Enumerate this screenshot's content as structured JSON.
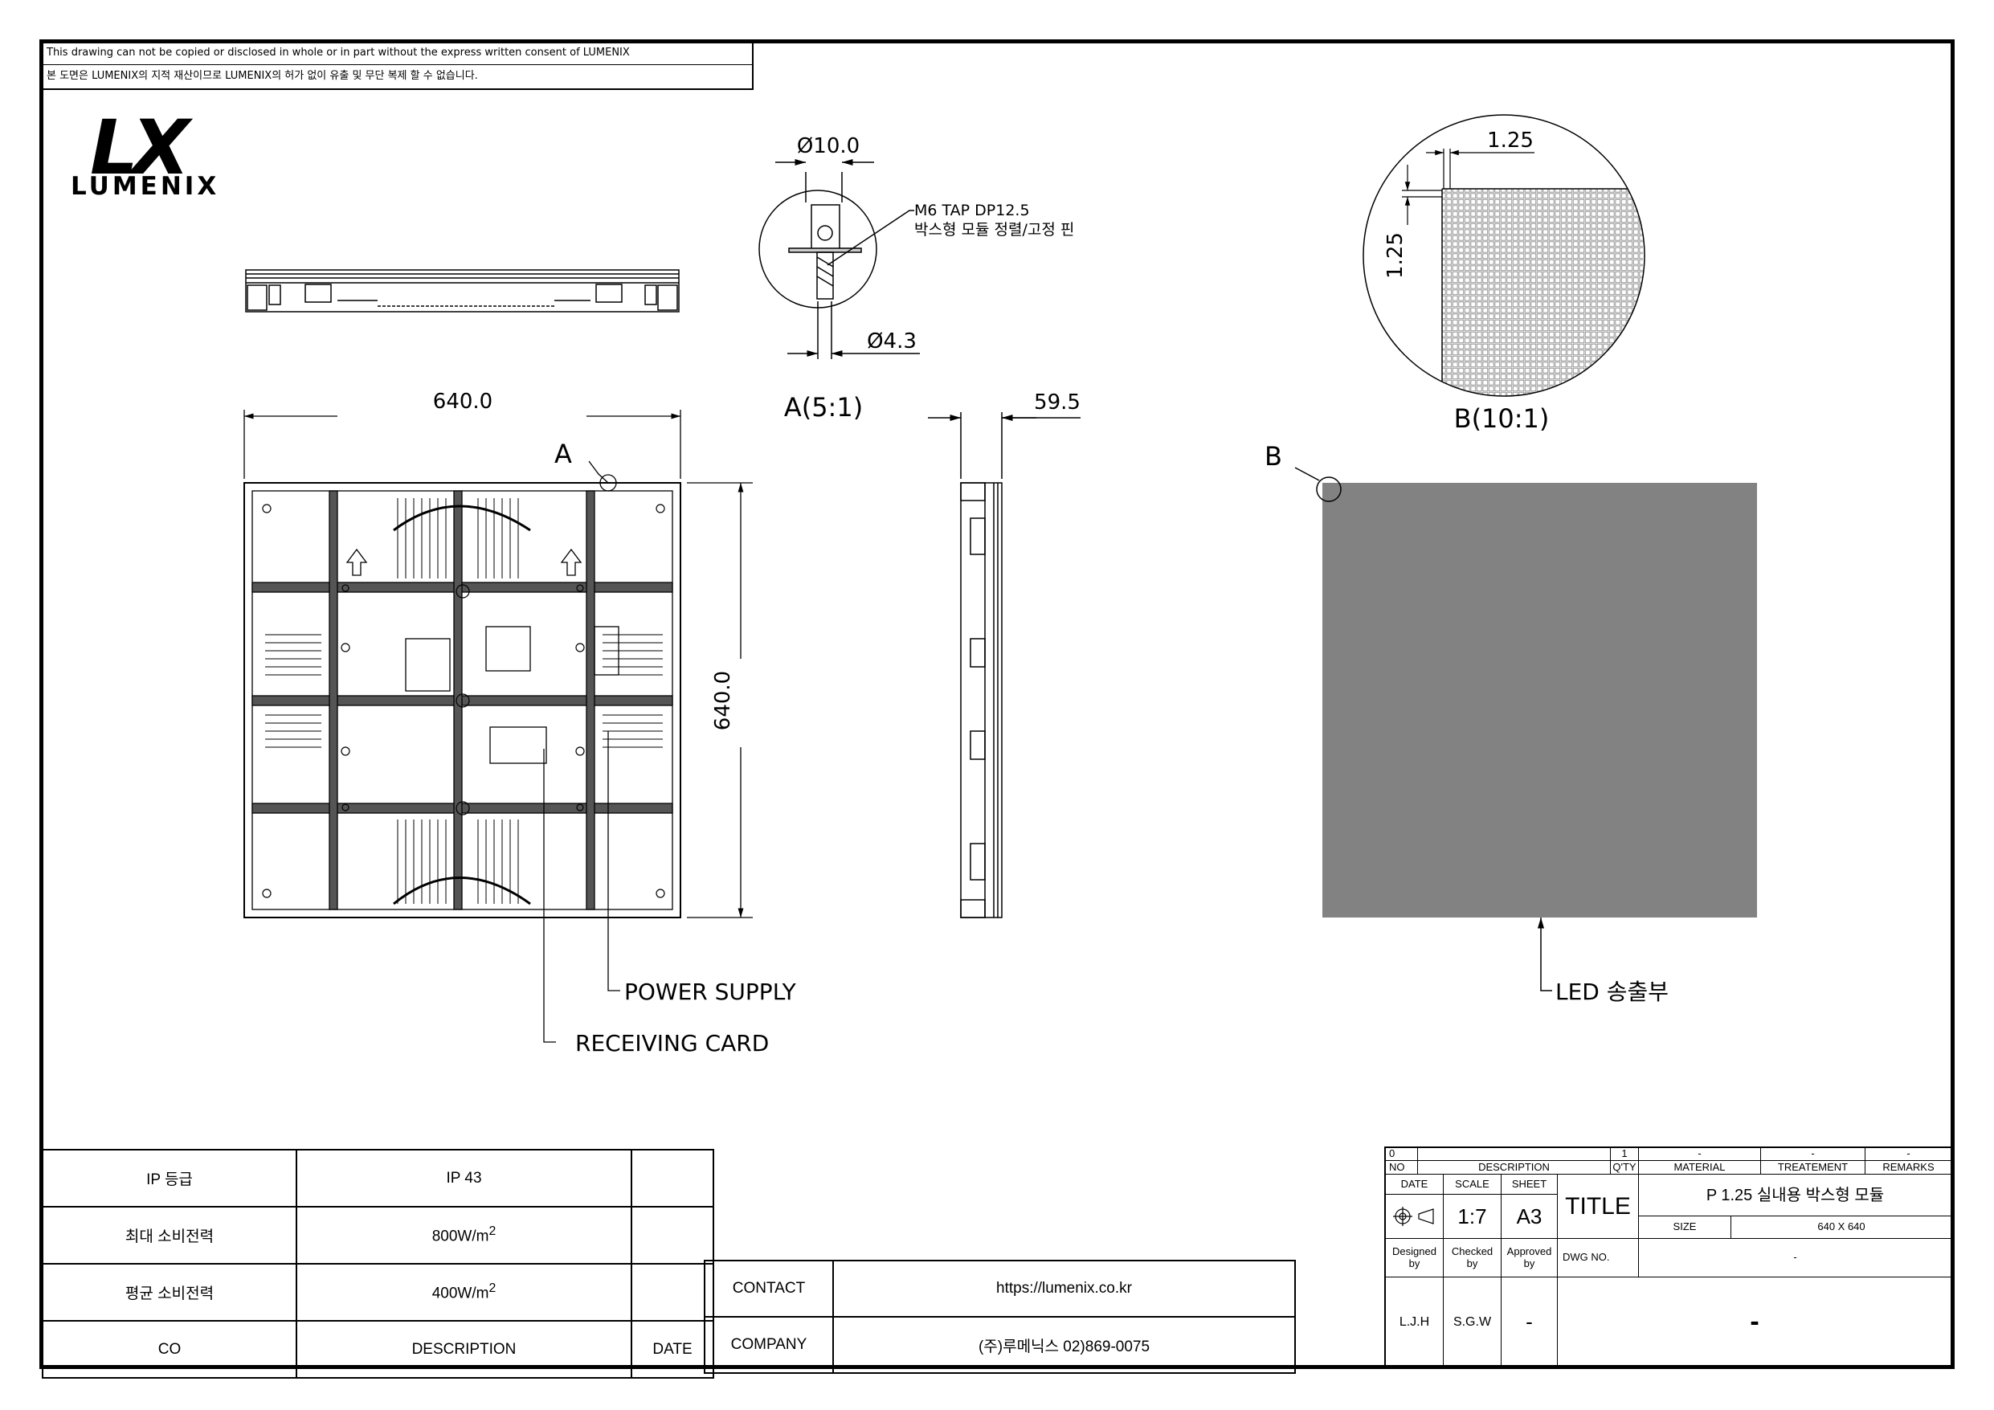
{
  "notice": {
    "line1": "This drawing can not be copied or disclosed in whole or in part without the express written consent of LUMENIX",
    "line2": "본 도면은 LUMENIX의 지적 재산이므로 LUMENIX의 허가 없이 유출 및 무단 복제 할 수 없습니다."
  },
  "logo": {
    "mark": "LX",
    "name": "LUMENIX"
  },
  "detail_a": {
    "dia_top": "Ø10.0",
    "dia_bottom": "Ø4.3",
    "note1": "M6 TAP DP12.5",
    "note2": "박스형 모듈 정렬/고정 핀",
    "label": "A(5:1)"
  },
  "detail_b": {
    "dim_h": "1.25",
    "dim_v": "1.25",
    "label": "B(10:1)"
  },
  "views": {
    "width": "640.0",
    "height": "640.0",
    "depth": "59.5",
    "ref_a": "A",
    "ref_b": "B",
    "callout_power": "POWER SUPPLY",
    "callout_receiving": "RECEIVING CARD",
    "callout_led": "LED 송출부",
    "led_color": "#828282"
  },
  "spec_table": {
    "rows": [
      {
        "label": "IP 등급",
        "value": "IP 43",
        "sup": ""
      },
      {
        "label": "최대 소비전력",
        "value": "800W/m",
        "sup": "2"
      },
      {
        "label": "평균 소비전력",
        "value": "400W/m",
        "sup": "2"
      },
      {
        "label": "CO",
        "value": "DESCRIPTION",
        "sup": "",
        "extra": "DATE"
      }
    ]
  },
  "contact": {
    "contact_label": "CONTACT",
    "contact_value": "https://lumenix.co.kr",
    "company_label": "COMPANY",
    "company_value": "(주)루메닉스 02)869-0075"
  },
  "title_block": {
    "rev_no": "0",
    "rev_qty": "1",
    "rev_dash1": "-",
    "rev_dash2": "-",
    "rev_dash3": "-",
    "h_no": "NO",
    "h_description": "DESCRIPTION",
    "h_qty": "Q'TY",
    "h_material": "MATERIAL",
    "h_treatment": "TREATEMENT",
    "h_remarks": "REMARKS",
    "h_date": "DATE",
    "h_scale": "SCALE",
    "h_sheet": "SHEET",
    "title_label": "TITLE",
    "title_value": "P 1.25 실내용 박스형 모듈",
    "scale": "1:7",
    "sheet": "A3",
    "size_label": "SIZE",
    "size_value": "640 X 640",
    "designed": "Designed by",
    "checked": "Checked by",
    "approved": "Approved by",
    "dwg_label": "DWG NO.",
    "dwg_value": "-",
    "designer": "L.J.H",
    "checker": "S.G.W",
    "approver": "-",
    "bottom_value": "-"
  }
}
